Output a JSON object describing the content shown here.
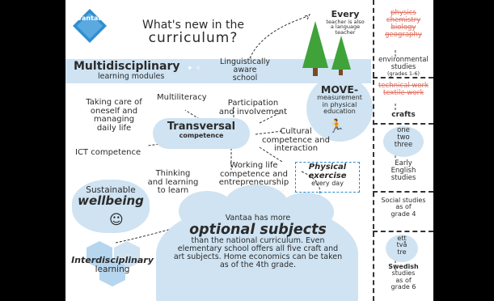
{
  "logo": {
    "text": "Vantaa"
  },
  "header": {
    "line1": "What's new in the",
    "line2": "curriculum?"
  },
  "multidisciplinary": {
    "line1": "Multidisciplinary",
    "line2": "learning modules"
  },
  "linguistic": {
    "line1": "Linguistically",
    "line2": "aware",
    "line3": "school"
  },
  "every_teacher": {
    "title": "Every",
    "sub1": "teacher is also",
    "sub2": "a language",
    "sub3": "teacher"
  },
  "move": {
    "title": "MOVE-",
    "sub1": "measurement",
    "sub2": "in physical",
    "sub3": "education"
  },
  "transversal": {
    "line1": "Transversal",
    "line2": "competence"
  },
  "competences": {
    "taking_care": [
      "Taking care of",
      "oneself and",
      "managing",
      "daily life"
    ],
    "multiliteracy": "Multiliteracy",
    "participation": [
      "Participation",
      "and involvement"
    ],
    "ict": "ICT competence",
    "cultural": [
      "Cultural",
      "competence and",
      "interaction"
    ],
    "thinking": [
      "Thinking",
      "and learning",
      "to learn"
    ],
    "working_life": [
      "Working life",
      "competence and",
      "entrepreneurship"
    ]
  },
  "physical_exercise": {
    "line1": "Physical",
    "line2": "exercise",
    "line3": "every day"
  },
  "wellbeing": {
    "line1": "Sustainable",
    "line2": "wellbeing"
  },
  "interdisciplinary": {
    "line1": "Interdisciplinary",
    "line2": "learning"
  },
  "optional": {
    "intro": "Vantaa has more",
    "title": "optional subjects",
    "body1": "than the national curriculum. Even",
    "body2": "elementary school offers all five craft and",
    "body3": "art subjects. Home economics can be taken",
    "body4": "as of the 4th grade."
  },
  "sidebar": {
    "struck_subjects": [
      "physics",
      "chemistry",
      "biology",
      "geography"
    ],
    "environmental": [
      "environmental",
      "studies",
      "(grades 1-6)"
    ],
    "struck_crafts": [
      "technical work",
      "textile work"
    ],
    "crafts": "crafts",
    "numbers": [
      "one",
      "two",
      "three"
    ],
    "early_english": [
      "Early",
      "English",
      "studies"
    ],
    "social": [
      "Social studies",
      "as of",
      "grade 4"
    ],
    "swedish_numbers": [
      "ett",
      "två",
      "tre"
    ],
    "swedish": [
      "Swedish",
      "studies",
      "as of",
      "grade 6"
    ]
  },
  "colors": {
    "band": "#cfe3f2",
    "tree": "#3fa33a",
    "accent_red": "#e06f5f",
    "logo_blue": "#2f8fd0"
  }
}
